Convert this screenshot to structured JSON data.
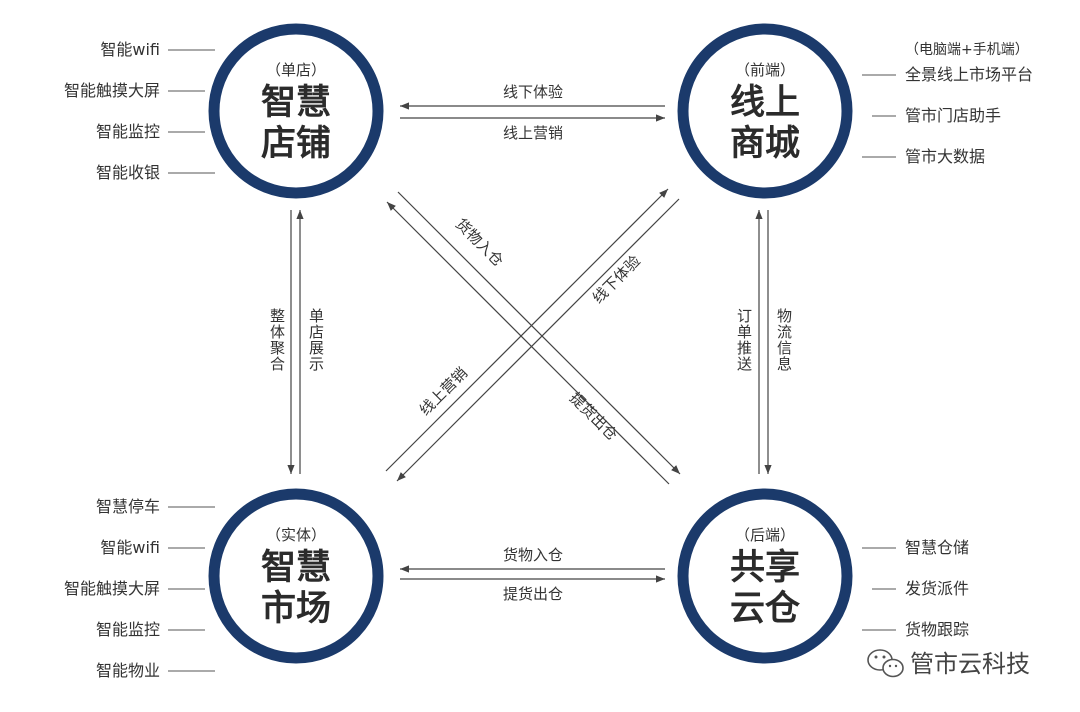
{
  "nodes": {
    "smart_store": {
      "tag": "（单店）",
      "title_line1": "智慧",
      "title_line2": "店铺"
    },
    "online_mall": {
      "tag": "（前端）",
      "title_line1": "线上",
      "title_line2": "商城"
    },
    "smart_market": {
      "tag": "（实体）",
      "title_line1": "智慧",
      "title_line2": "市场"
    },
    "shared_warehouse": {
      "tag": "（后端）",
      "title_line1": "共享",
      "title_line2": "云仓"
    }
  },
  "features": {
    "smart_store": [
      "智能wifi",
      "智能触摸大屏",
      "智能监控",
      "智能收银"
    ],
    "online_mall_header": "（电脑端+手机端）",
    "online_mall": [
      "全景线上市场平台",
      "管市门店助手",
      "管市大数据"
    ],
    "smart_market": [
      "智慧停车",
      "智能wifi",
      "智能触摸大屏",
      "智能监控",
      "智能物业"
    ],
    "shared_warehouse": [
      "智慧仓储",
      "发货派件",
      "货物跟踪"
    ]
  },
  "edges": {
    "top_to_left": "线下体验",
    "top_to_right": "线上营销",
    "left_up": "整体聚合",
    "left_down": "单店展示",
    "right_down": "订单推送",
    "right_up": "物流信息",
    "bottom_to_right": "货物入仓",
    "bottom_to_left": "提货出仓",
    "diag_a_upper": "货物入仓",
    "diag_a_lower": "提货出仓",
    "diag_b_upper": "线下体验",
    "diag_b_lower": "线上营销"
  },
  "watermark": {
    "text": "管市云科技",
    "icon": "wechat-icon"
  },
  "colors": {
    "circle_stroke": "#1b3a6b",
    "arrow": "#444444"
  }
}
